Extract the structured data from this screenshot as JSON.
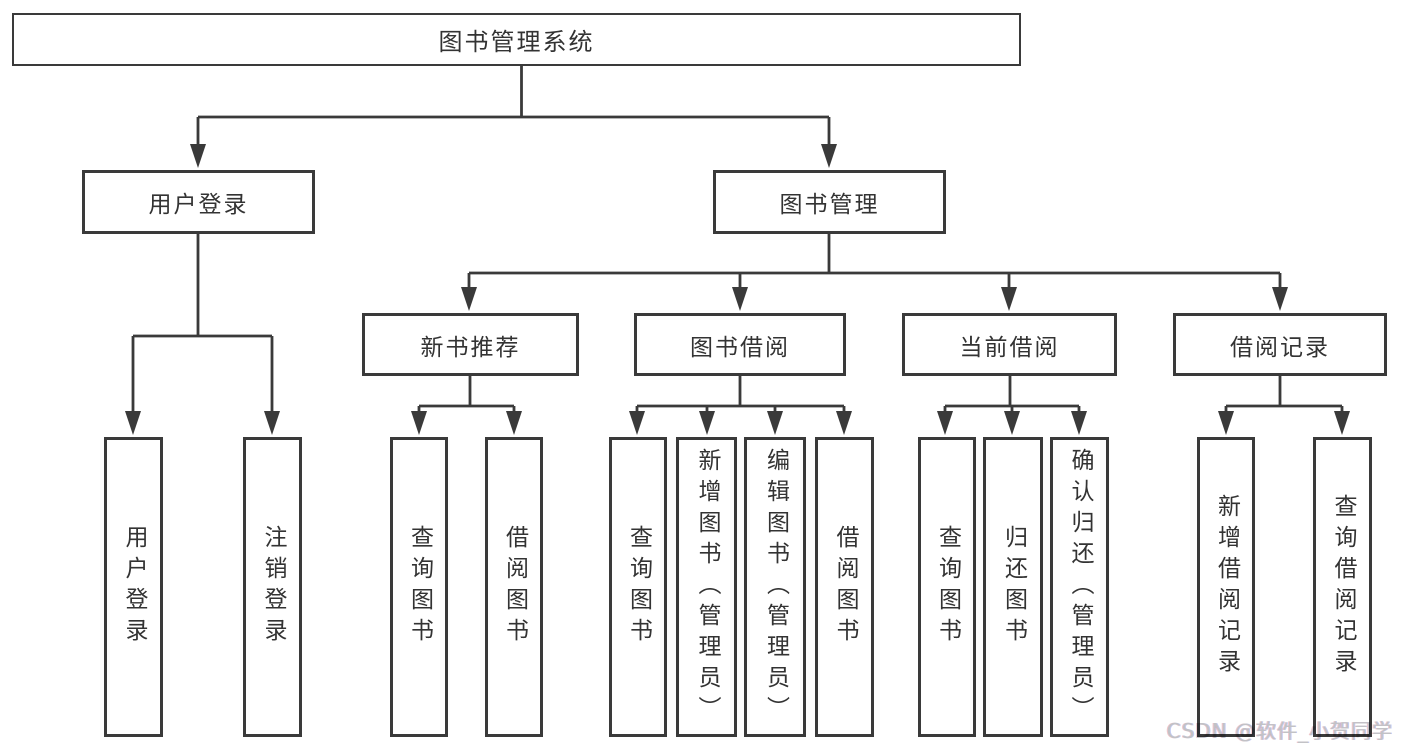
{
  "diagram_type": "functional-structure-tree",
  "tree": {
    "label": "图书管理系统",
    "children": [
      {
        "label": "用户登录",
        "children": [
          {
            "label": "用户登录"
          },
          {
            "label": "注销登录"
          }
        ]
      },
      {
        "label": "图书管理",
        "children": [
          {
            "label": "新书推荐",
            "children": [
              {
                "label": "查询图书"
              },
              {
                "label": "借阅图书"
              }
            ]
          },
          {
            "label": "图书借阅",
            "children": [
              {
                "label": "查询图书"
              },
              {
                "label": "新增图书（管理员）"
              },
              {
                "label": "编辑图书（管理员）"
              },
              {
                "label": "借阅图书"
              }
            ]
          },
          {
            "label": "当前借阅",
            "children": [
              {
                "label": "查询图书"
              },
              {
                "label": "归还图书"
              },
              {
                "label": "确认归还（管理员）"
              }
            ]
          },
          {
            "label": "借阅记录",
            "children": [
              {
                "label": "新增借阅记录"
              },
              {
                "label": "查询借阅记录"
              }
            ]
          }
        ]
      }
    ]
  },
  "watermark": {
    "text": "CSDN @软件_小贺同学"
  },
  "colors": {
    "line": "#3a3a3a",
    "box_border": "#3a3a3a",
    "text": "#333333",
    "watermark": "#c2c2c6",
    "background": "#ffffff"
  }
}
